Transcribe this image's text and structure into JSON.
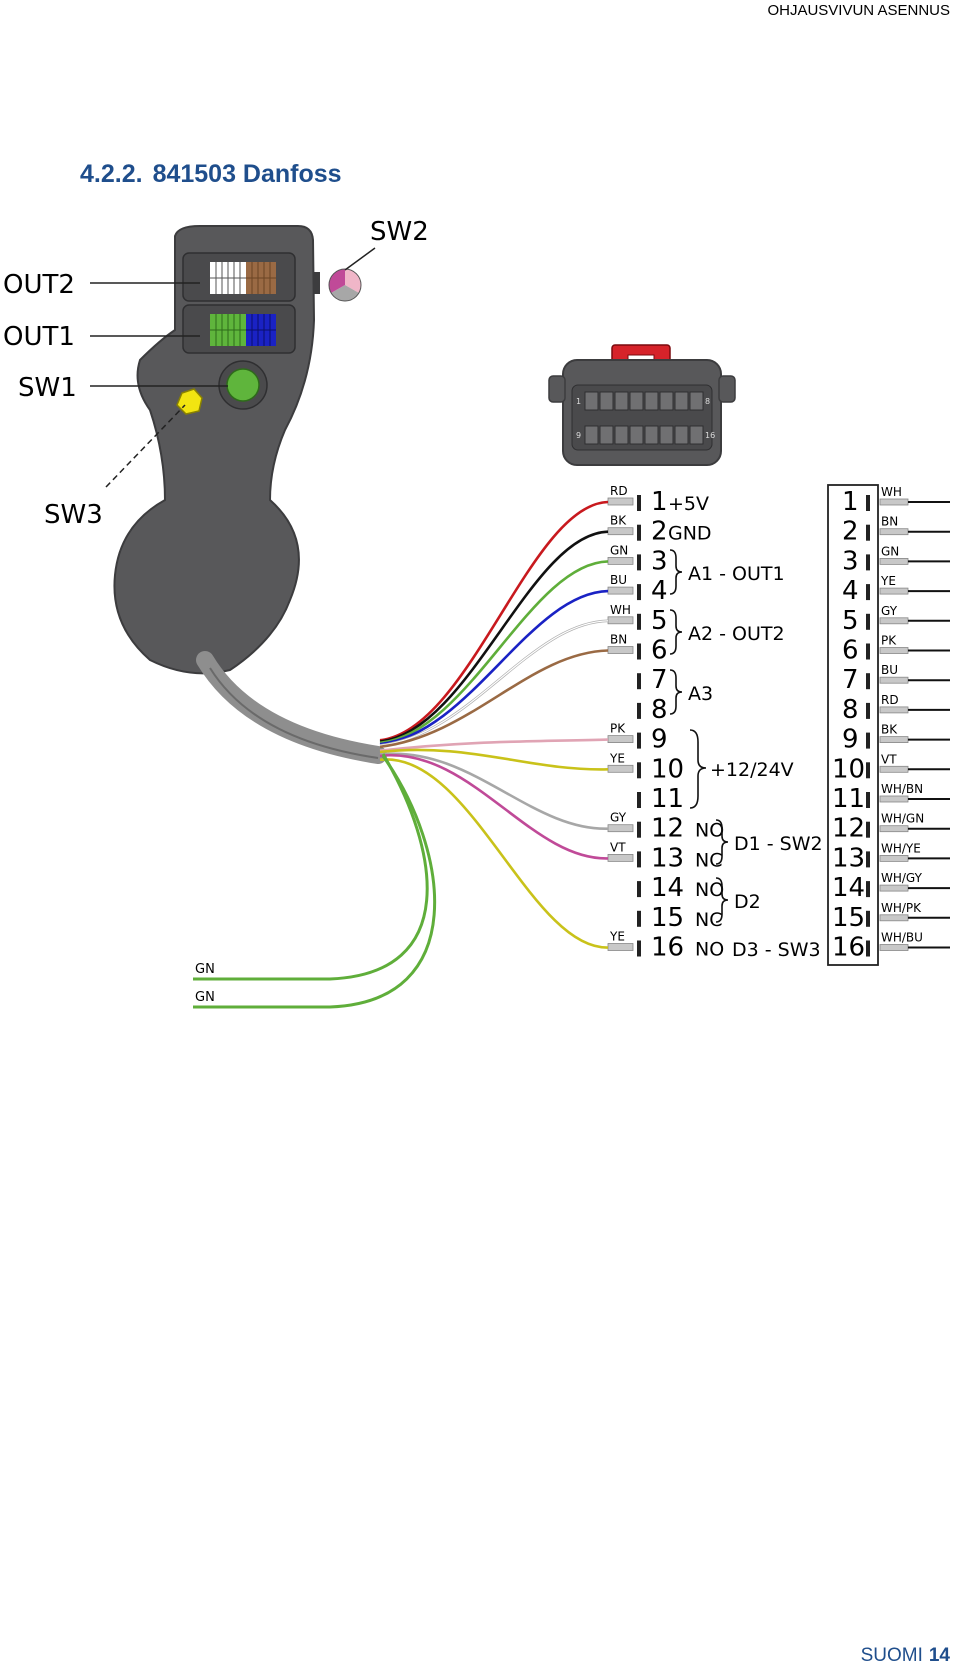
{
  "header": {
    "text": "OHJAUSVIVUN ASENNUS"
  },
  "section": {
    "number": "4.2.2.",
    "title": "841503 Danfoss"
  },
  "footer": {
    "language": "SUOMI",
    "page": "14"
  },
  "colors": {
    "accent": "#1f4e8c",
    "handle": "#58585a",
    "cable": "#8e8e8e"
  },
  "joystick": {
    "labels": {
      "sw2": "SW2",
      "out2": "OUT2",
      "out1": "OUT1",
      "sw1": "SW1",
      "sw3": "SW3"
    }
  },
  "wires": [
    {
      "pin": "1",
      "code": "RD",
      "func": "+5V",
      "color": "#c8191e"
    },
    {
      "pin": "2",
      "code": "BK",
      "func": "GND",
      "color": "#111111"
    },
    {
      "pin": "3",
      "code": "GN",
      "func": "",
      "color": "#5fae3a"
    },
    {
      "pin": "4",
      "code": "BU",
      "func": "",
      "color": "#1a22c4"
    },
    {
      "pin": "5",
      "code": "WH",
      "func": "",
      "color": "#b0b0b0"
    },
    {
      "pin": "6",
      "code": "BN",
      "func": "",
      "color": "#9a6a44"
    },
    {
      "pin": "7",
      "code": "",
      "func": "",
      "color": ""
    },
    {
      "pin": "8",
      "code": "",
      "func": "",
      "color": ""
    },
    {
      "pin": "9",
      "code": "PK",
      "func": "",
      "color": "#e0a4b4"
    },
    {
      "pin": "10",
      "code": "YE",
      "func": "",
      "color": "#c9c21a"
    },
    {
      "pin": "11",
      "code": "",
      "func": "",
      "color": ""
    },
    {
      "pin": "12",
      "code": "GY",
      "func": "NO",
      "color": "#a7a7a7"
    },
    {
      "pin": "13",
      "code": "VT",
      "func": "NC",
      "color": "#c04a98"
    },
    {
      "pin": "14",
      "code": "",
      "func": "NO",
      "color": ""
    },
    {
      "pin": "15",
      "code": "",
      "func": "NC",
      "color": ""
    },
    {
      "pin": "16",
      "code": "YE",
      "func": "NO",
      "color": "#c9c21a"
    }
  ],
  "groups": [
    {
      "label": "A1 - OUT1"
    },
    {
      "label": "A2 - OUT2"
    },
    {
      "label": "A3"
    },
    {
      "label": "+12/24V"
    },
    {
      "label": "D1 - SW2"
    },
    {
      "label": "D2"
    },
    {
      "label": "D3 - SW3"
    }
  ],
  "ground_wires": [
    {
      "code": "GN"
    },
    {
      "code": "GN"
    }
  ],
  "connector_pins": [
    {
      "pin": "1",
      "code": "WH"
    },
    {
      "pin": "2",
      "code": "BN"
    },
    {
      "pin": "3",
      "code": "GN"
    },
    {
      "pin": "4",
      "code": "YE"
    },
    {
      "pin": "5",
      "code": "GY"
    },
    {
      "pin": "6",
      "code": "PK"
    },
    {
      "pin": "7",
      "code": "BU"
    },
    {
      "pin": "8",
      "code": "RD"
    },
    {
      "pin": "9",
      "code": "BK"
    },
    {
      "pin": "10",
      "code": "VT"
    },
    {
      "pin": "11",
      "code": "WH/BN"
    },
    {
      "pin": "12",
      "code": "WH/GN"
    },
    {
      "pin": "13",
      "code": "WH/YE"
    },
    {
      "pin": "14",
      "code": "WH/GY"
    },
    {
      "pin": "15",
      "code": "WH/PK"
    },
    {
      "pin": "16",
      "code": "WH/BU"
    }
  ],
  "plug": {
    "pin_first_top": "1",
    "pin_last_top": "8",
    "pin_first_bottom": "9",
    "pin_last_bottom": "16"
  }
}
